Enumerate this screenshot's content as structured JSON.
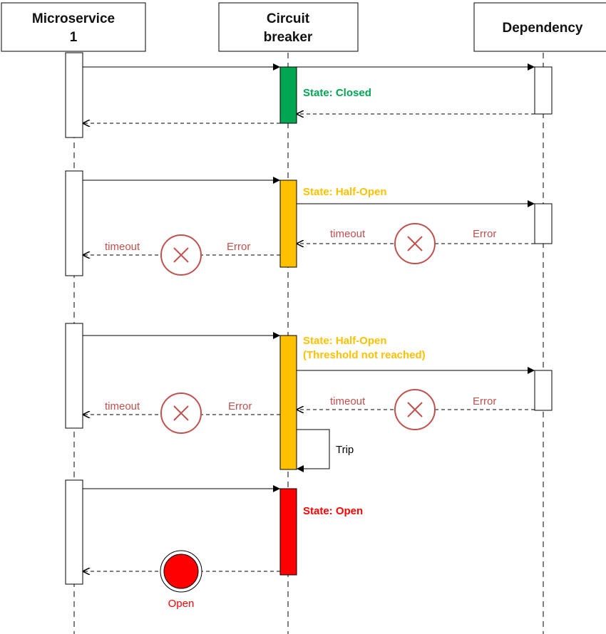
{
  "participants": {
    "microservice": {
      "line1": "Microservice",
      "line2": "1"
    },
    "breaker": {
      "line1": "Circuit",
      "line2": "breaker"
    },
    "dependency": {
      "label": "Dependency"
    }
  },
  "colors": {
    "closed": "#00a651",
    "half_open": "#ffc000",
    "open": "#ff0000",
    "error": "#c0504d",
    "line": "#000000"
  },
  "scenarios": {
    "closed": {
      "state": "State: Closed"
    },
    "half_open_1": {
      "state": "State: Half-Open",
      "left_timeout": "timeout",
      "left_error": "Error",
      "right_timeout": "timeout",
      "right_error": "Error"
    },
    "half_open_2": {
      "state_line1": "State: Half-Open",
      "state_line2": "(Threshold not reached)",
      "left_timeout": "timeout",
      "left_error": "Error",
      "right_timeout": "timeout",
      "right_error": "Error",
      "trip": "Trip"
    },
    "open": {
      "state": "State: Open",
      "open_label": "Open"
    }
  }
}
